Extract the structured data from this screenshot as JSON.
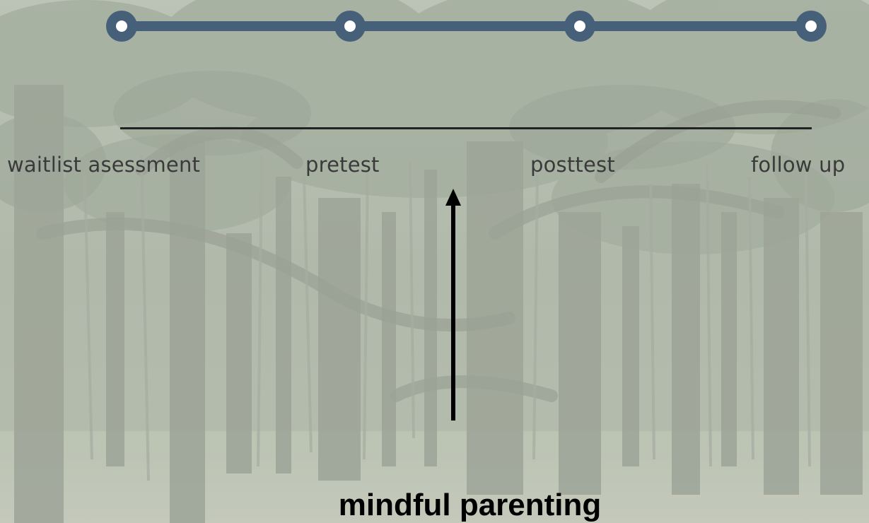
{
  "timeline": {
    "track_color": "#46607a",
    "node_fill": "#ffffff",
    "stages": [
      {
        "label": "waitlist asessment"
      },
      {
        "label": "pretest"
      },
      {
        "label": "posttest"
      },
      {
        "label": "follow up"
      }
    ]
  },
  "intervention": {
    "label": "mindful parenting",
    "arrow_icon": "up-arrow-icon"
  },
  "background": {
    "scene": "banyan-forest",
    "tint": "#aeb6a8"
  }
}
